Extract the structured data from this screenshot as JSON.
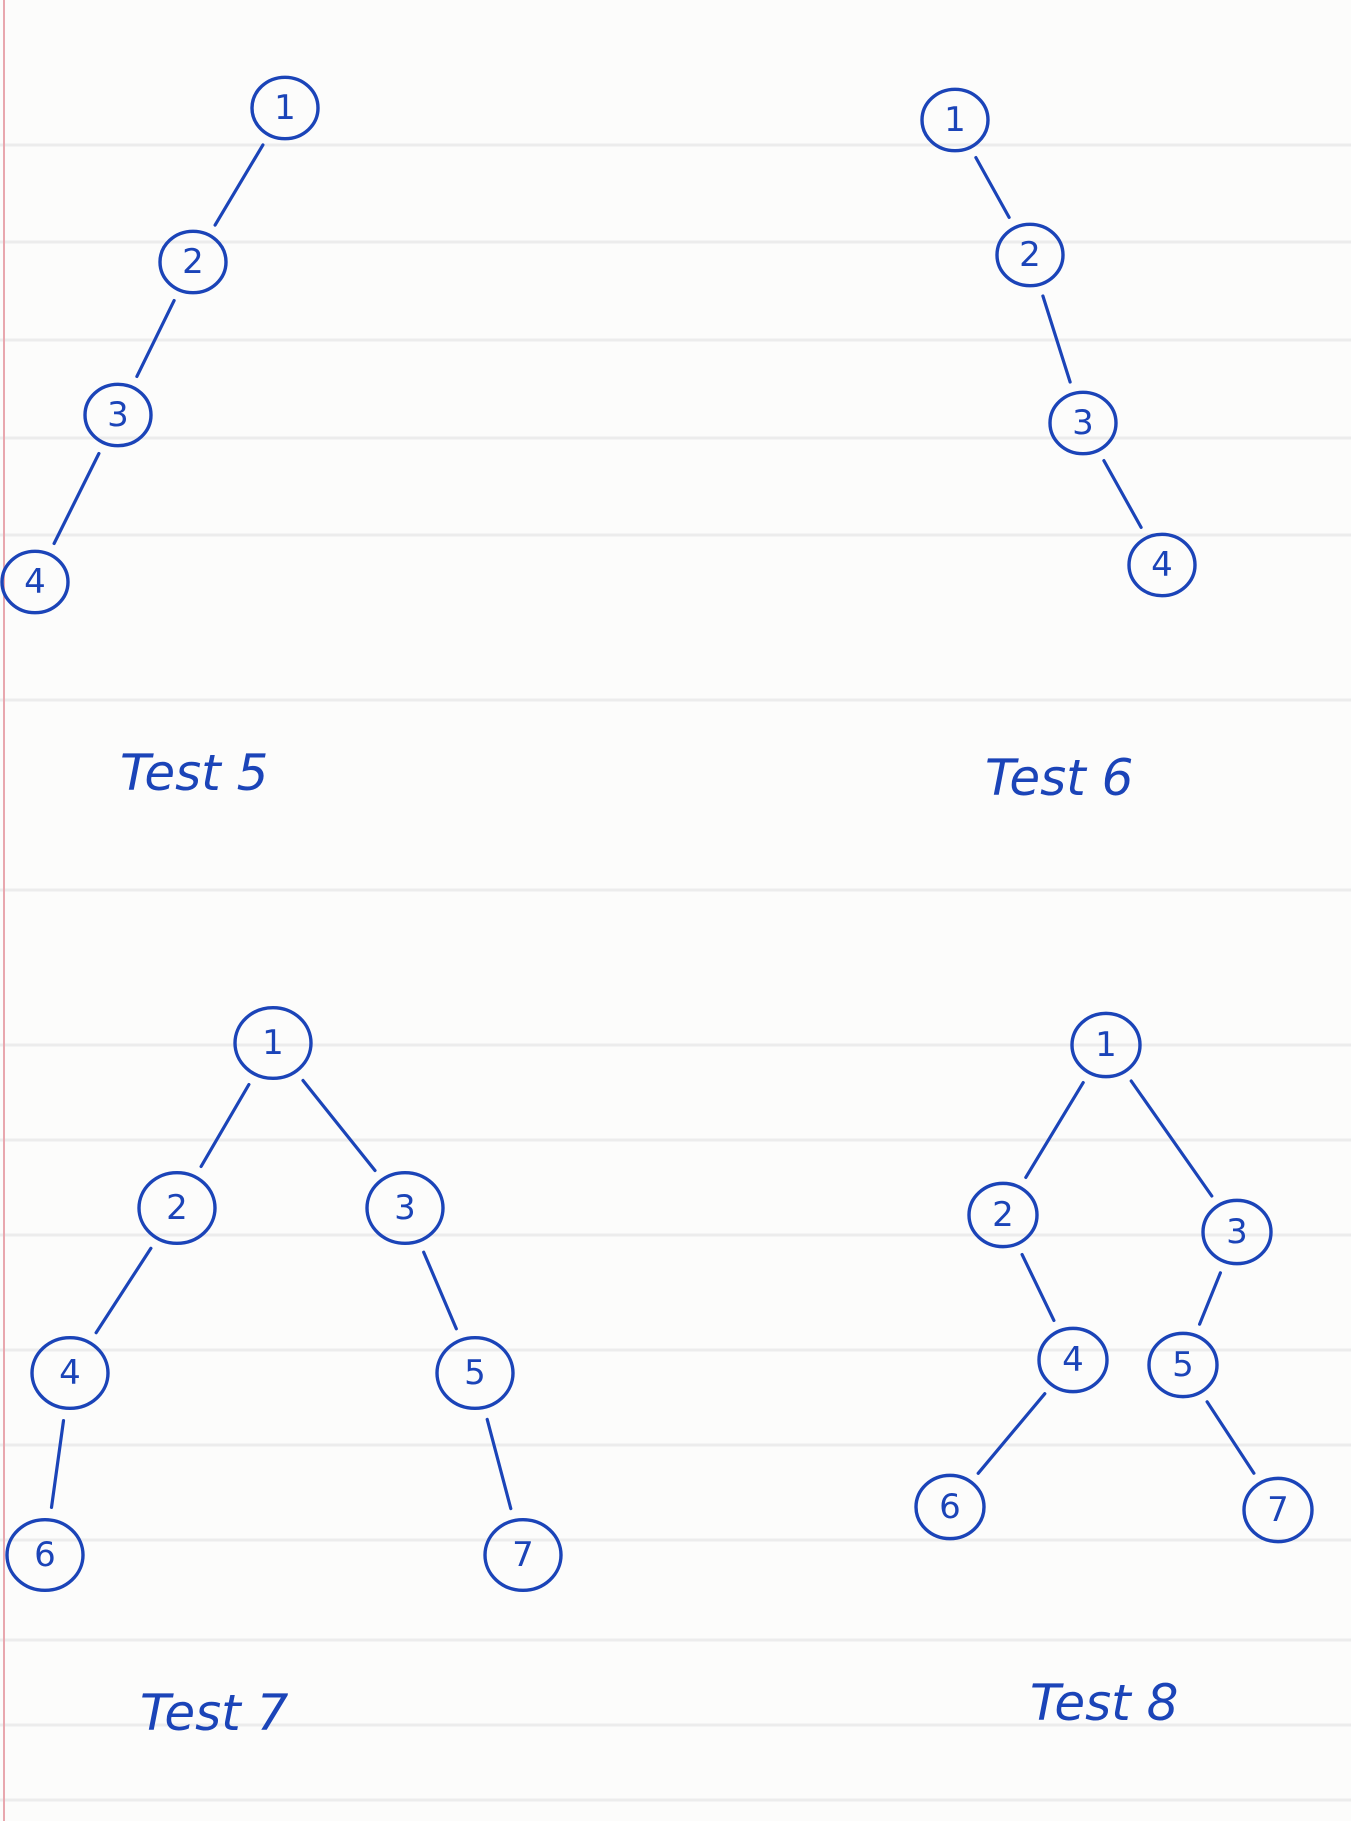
{
  "ink_color": "#1b44b8",
  "paper_color": "#fcfcfb",
  "diagrams": [
    {
      "caption": "Test 5",
      "nodes": [
        "1",
        "2",
        "3",
        "4"
      ],
      "edges": [
        [
          "1",
          "2"
        ],
        [
          "2",
          "3"
        ],
        [
          "3",
          "4"
        ]
      ]
    },
    {
      "caption": "Test 6",
      "nodes": [
        "1",
        "2",
        "3",
        "4"
      ],
      "edges": [
        [
          "1",
          "2"
        ],
        [
          "2",
          "3"
        ],
        [
          "3",
          "4"
        ]
      ]
    },
    {
      "caption": "Test 7",
      "nodes": [
        "1",
        "2",
        "3",
        "4",
        "5",
        "6",
        "7"
      ],
      "edges": [
        [
          "1",
          "2"
        ],
        [
          "1",
          "3"
        ],
        [
          "2",
          "4"
        ],
        [
          "3",
          "5"
        ],
        [
          "4",
          "6"
        ],
        [
          "5",
          "7"
        ]
      ]
    },
    {
      "caption": "Test 8",
      "nodes": [
        "1",
        "2",
        "3",
        "4",
        "5",
        "6",
        "7"
      ],
      "edges": [
        [
          "1",
          "2"
        ],
        [
          "1",
          "3"
        ],
        [
          "2",
          "4"
        ],
        [
          "3",
          "5"
        ],
        [
          "4",
          "6"
        ],
        [
          "5",
          "7"
        ]
      ]
    }
  ]
}
